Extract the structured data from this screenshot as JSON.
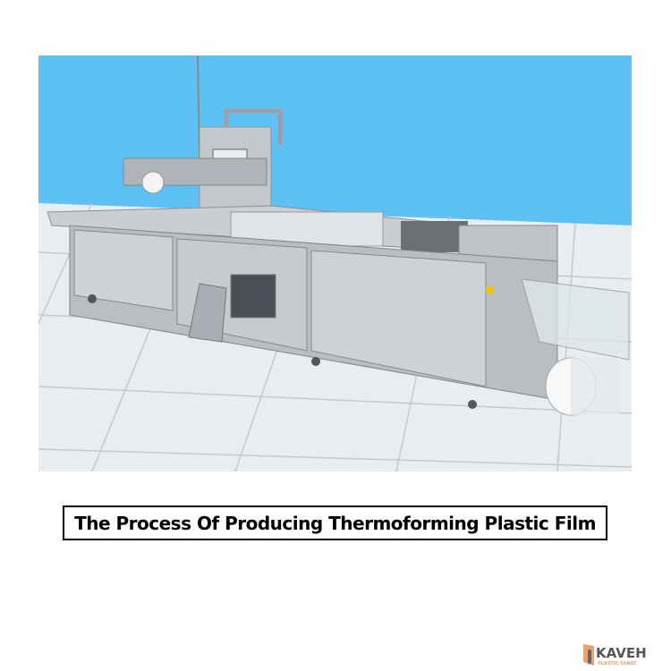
{
  "image": {
    "subject": "machine-illustration",
    "colors": {
      "wall": "#5ec1f5",
      "floor": "#e9edef",
      "steel": "#b9bec3"
    }
  },
  "caption": {
    "text": "The Process Of Producing Thermoforming Plastic Film"
  },
  "logo": {
    "name": "KAVEH",
    "tagline": "PLASTIC SANAT",
    "accent": "#f0a070"
  }
}
